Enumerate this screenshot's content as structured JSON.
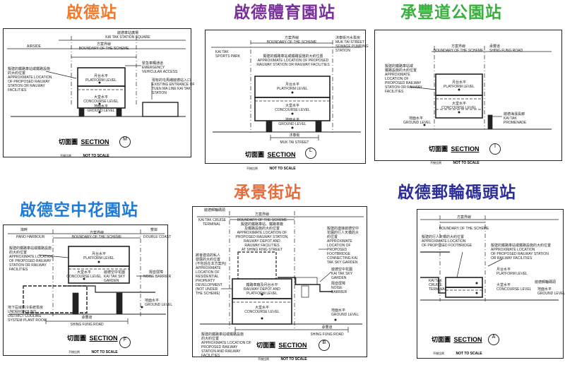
{
  "colors": {
    "orange": "#f07b2c",
    "purple": "#7b2f9a",
    "green": "#3ab13f",
    "blue": "#1f7bd6",
    "orange2": "#e86b3c",
    "navy": "#2b2d9b"
  },
  "titles": {
    "kai_tak": "啟德站",
    "kai_tak_sports": "啟德體育園站",
    "shing_fung_park": "承豐道公園站",
    "kai_tak_sky": "啟德空中花園站",
    "shing_king": "承景街站",
    "kai_tak_pier": "啟德郵輪碼頭站"
  },
  "common": {
    "section_zh": "切面圖",
    "section_en": "SECTION",
    "not_to_scale": "NOT TO SCALE",
    "not_to_scale_zh": "不按比例",
    "boundary_zh": "方案界線",
    "boundary_en": "BOUNDARY OF THE SCHEME",
    "platform_zh": "月台水平",
    "platform_en": "PLATFORM LEVEL",
    "concourse_zh": "大堂水平",
    "concourse_en": "CONCOURSE LEVEL",
    "ground_zh": "地面水平",
    "ground_en": "GROUND LEVEL"
  },
  "p1": {
    "marker": "M",
    "sq_zh": "啟德車站廣場",
    "sq_en": "KAI TAK STATION SQUARE",
    "airside": "AIRSIDE",
    "approx": [
      "擬建的鐵路車站或鐵路設施",
      "的大約位置",
      "APPROXIMATE LOCATION",
      "OF PROPOSED RAILWAY",
      "STATION OR RAILWAY",
      "FACILITIES"
    ],
    "eva_zh": "緊急車輛通道",
    "eva_en": [
      "EMERGENCY",
      "VEHICULAR ACCESS"
    ],
    "exist_zh": "現有的屯馬綫啟德站入口",
    "exist_en": [
      "EXISTING ENTRANCE OF",
      "TUEN MA LINE KAI TAK",
      "STATION"
    ]
  },
  "p2": {
    "marker": "L",
    "park": "KAI TAK",
    "park2": "SPORTS PARK",
    "pump_zh": "沐泰街污水泵房",
    "pump_en": [
      "MUK TAI STREET",
      "SEWAGE PUMPING",
      "STATION"
    ],
    "approx": [
      "擬建的鐵路車站或鐵路設施的大約位置",
      "APPROXIMATE LOCATION OF PROPOSED",
      "RAILWAY STATION OR RAILWAY FACILITIES"
    ],
    "street_zh": "沐泰街",
    "street_en": "MUK TAI STREET"
  },
  "p3": {
    "marker": "I",
    "road_zh": "承豐道",
    "road_en": "SHING FUNG ROAD",
    "approx": [
      "擬建的鐵路車站或",
      "鐵路設施的大約位置",
      "APPROXIMATE",
      "LOCATION OF",
      "PROPOSED RAILWAY",
      "STATION OR RAILWAY",
      "FACILITIES"
    ],
    "prom_zh": "啟德海濱長廊",
    "prom_en": [
      "KAI TAK",
      "PROMENADE"
    ]
  },
  "p4": {
    "marker": "F",
    "harbour_zh": "灣畔",
    "harbour_en": "PANO HARBOUR",
    "coast_zh": "雙岸",
    "coast_en": "DOUBLE COAST",
    "approx": [
      "擬建的鐵路車站或鐵路設施",
      "的大約位置",
      "APPROXIMATE LOCATION",
      "OF PROPOSED RAILWAY",
      "STATION OR RAILWAY",
      "FACILITIES"
    ],
    "sky_zh": "啟德空中花園",
    "sky_en": [
      "KAI TAK SKY",
      "GARDEN"
    ],
    "noise_zh": "隔音屏障",
    "noise_en": "NOISE BARRIER",
    "plant": [
      "地下區域供冷系統泵房",
      "UNDERGROUND",
      "DISTRICT COOLING",
      "SYSTEM PLANT ROOM"
    ],
    "road_zh": "承豐道",
    "road_en": "SHING FUNG ROAD"
  },
  "p5": {
    "marker": "B",
    "terminal_zh": "啟德郵輪碼頭",
    "terminal_en": [
      "KAI TAK CRUISE",
      "TERMINAL"
    ],
    "approx_top": [
      "擬建的鐵路車站、鐵路車廠",
      "及鐵路設施的大約位置",
      "APPROXIMATE LOCATION OF",
      "PROPOSED RAILWAY STATION,",
      "RAILWAY DEPOT AND",
      "RAILWAY FACILITIES",
      "AT SHING KING STREET"
    ],
    "future": [
      "將會建造的私人",
      "發展的大約位置",
      "(不包括在本方案內)",
      "APPROXIMATE",
      "LOCATION OF",
      "RESIDENTIAL",
      "PROPERTY",
      "DEVELOPMENT",
      "(NOT UNDER",
      "THE SCHEME)"
    ],
    "depot": [
      "鐵路車廠及月台水平",
      "RAILWAY DEPOT AND",
      "PLATFORM LEVEL"
    ],
    "footbridge": [
      "擬建的連接啟德空中",
      "花園的行人天橋的大",
      "約位置",
      "APPROXIMATE",
      "LOCATION OF",
      "PROPOSED",
      "FOOTBRIDGE",
      "CONNECTING KAI",
      "TAK SKY GARDEN"
    ],
    "sky_zh": "啟德空中花園",
    "sky_en": [
      "KAI TAK SKY",
      "GARDEN"
    ],
    "noise_zh": "隔音屏障",
    "noise_en": [
      "NOISE",
      "BARRIER"
    ],
    "approx_bot": [
      "擬建的鐵路車站或鐵路設施",
      "的大約位置",
      "APPROXIMATE LOCATION OF",
      "PROPOSED RAILWAY",
      "STATION AND RAILWAY",
      "FACILITIES"
    ],
    "road_zh": "承豐道",
    "road_en": "SHING FUNG ROAD"
  },
  "p6": {
    "marker": "A",
    "footbridge": [
      "擬建的行人天橋的大約位置",
      "APPROXIMATE LOCATION",
      "OF PROPOSED FOOTBRIDGE"
    ],
    "approx": [
      "擬建的鐵路車站或鐵路設施的大約位置",
      "APPROXIMATE LOCATION",
      "OF PROPOSED RAILWAY STATION",
      "OR RAILWAY FACILITIES"
    ],
    "terminal_zh": "啟德郵輪碼頭",
    "terminal_en": [
      "KAI TAK",
      "CRUISE",
      "TERMINAL"
    ]
  }
}
